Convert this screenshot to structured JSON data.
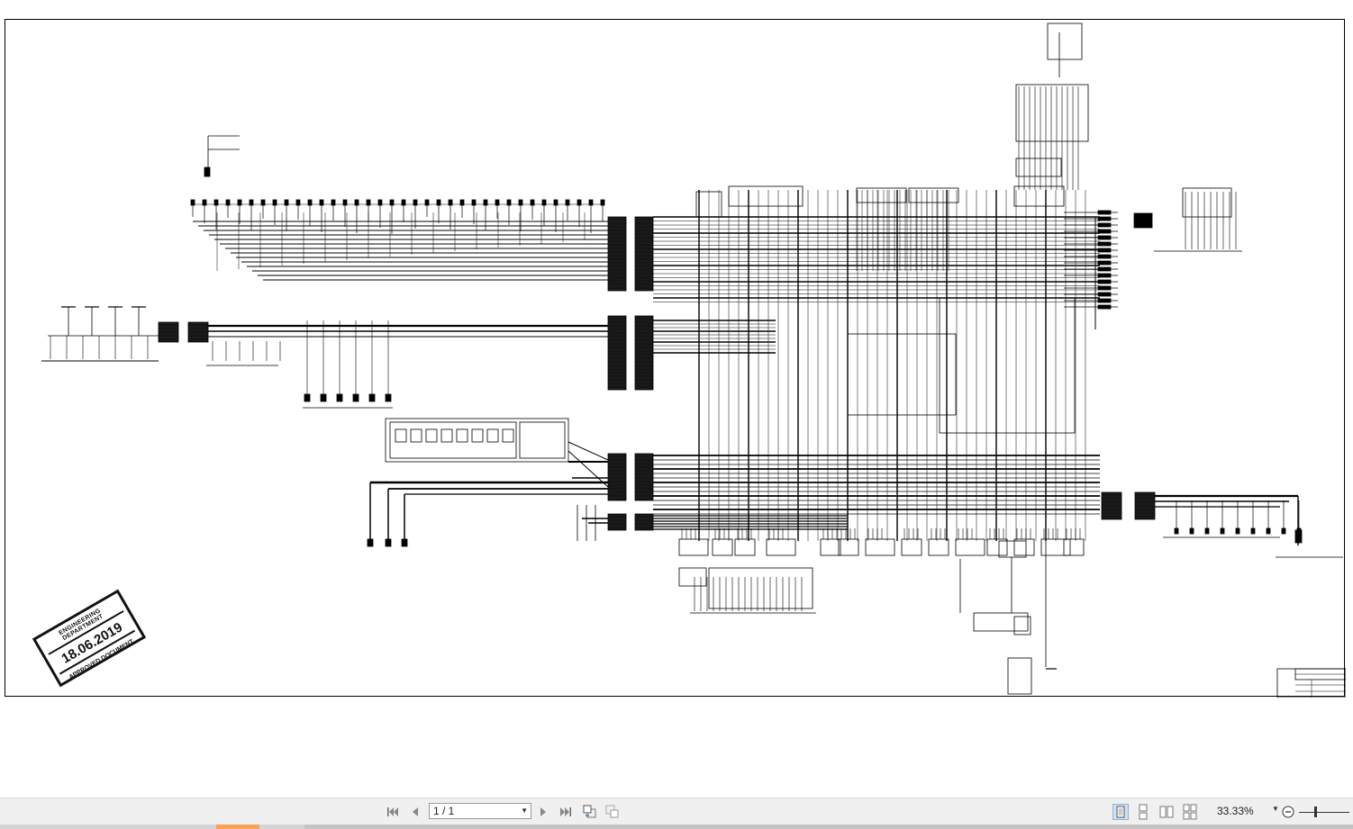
{
  "document": {
    "stamp": {
      "top_text": "ENGINEERING DEPARTMENT",
      "date": "18.06.2019",
      "bottom_text": "APPROVED DOCUMENT"
    }
  },
  "toolbar": {
    "page_indicator": "1 / 1",
    "zoom_level": "33.33%",
    "icons": {
      "first": "first-page-icon",
      "prev": "previous-page-icon",
      "next": "next-page-icon",
      "last": "last-page-icon",
      "nav_back": "previous-view-icon",
      "nav_forward": "next-view-icon",
      "single_page": "single-page-view-icon",
      "continuous": "continuous-view-icon",
      "facing": "facing-view-icon",
      "cont_facing": "continuous-facing-view-icon",
      "zoom_out": "zoom-out-icon"
    },
    "accent_color": "#f5a35b"
  }
}
